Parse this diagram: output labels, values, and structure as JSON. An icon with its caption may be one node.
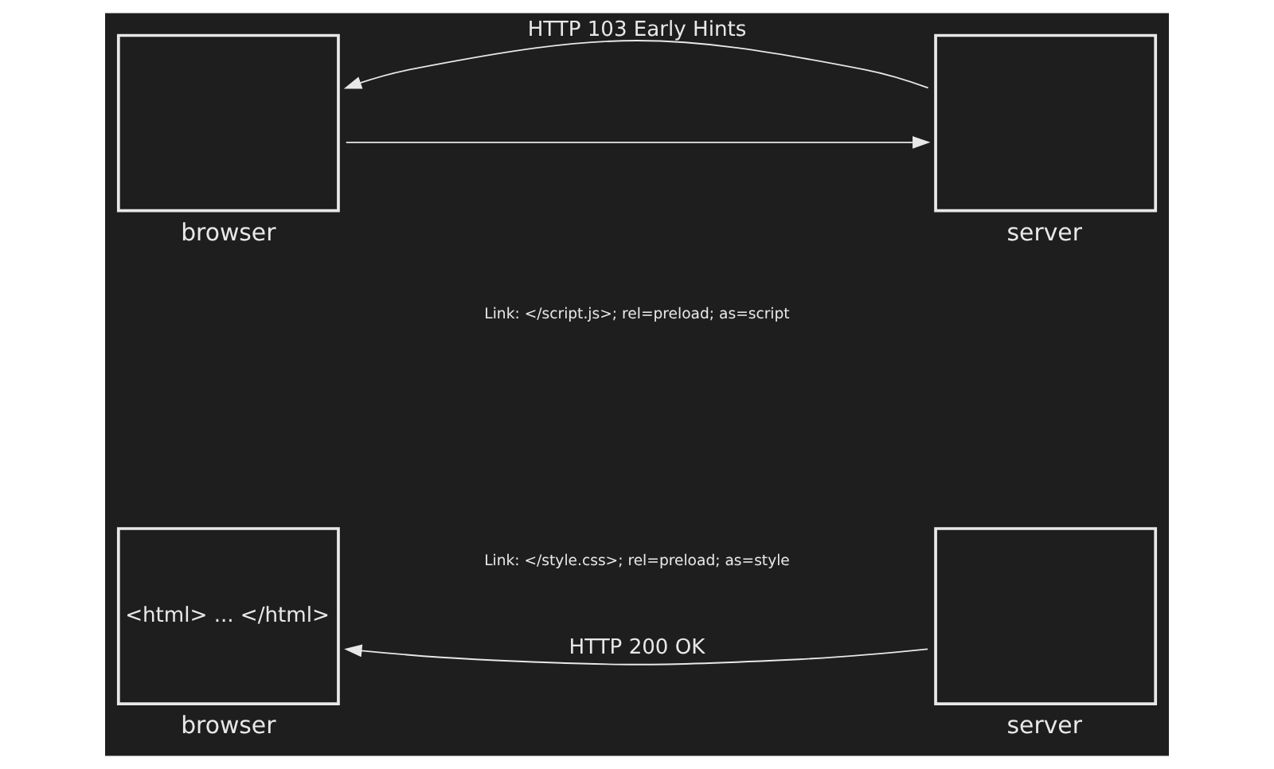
{
  "diagram": {
    "nodes": [
      {
        "text": [],
        "shape": "box",
        "beside": [
          "browser"
        ]
      },
      {
        "text": [],
        "shape": "box",
        "beside": [
          "server"
        ]
      },
      {
        "text": [
          "<html> ... </html>"
        ],
        "beside": [
          "browser"
        ]
      },
      {
        "text": [],
        "shape": "box",
        "beside": [
          "server"
        ]
      }
    ],
    "edges": [
      {
        "from": 0,
        "to": 1,
        "arrow": "to"
      },
      {
        "from": 1,
        "to": 0,
        "arrow": "to",
        "label": "HTTP 103 Early Hints"
      },
      {
        "from": 3,
        "to": 2,
        "arrow": "to",
        "label": "HTTP 200 OK"
      }
    ],
    "labels": [
      "Link: </style.css>; rel=preload; as=style",
      "Link: </script.js>; rel=preload; as=script"
    ]
  }
}
